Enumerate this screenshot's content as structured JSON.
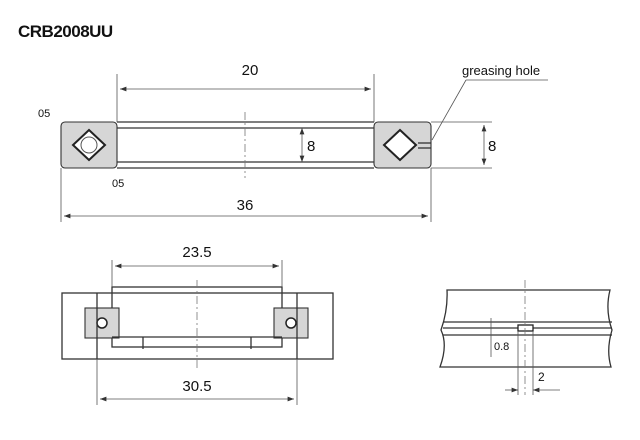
{
  "title": "CRB2008UU",
  "top_view": {
    "dim_inner": "20",
    "dim_outer": "36",
    "dim_width_inner": "8",
    "dim_width_outer": "8",
    "chamfer_top": "05",
    "chamfer_bottom": "05",
    "greasing_label": "greasing hole"
  },
  "mount_view": {
    "dim_shaft": "23.5",
    "dim_housing": "30.5"
  },
  "hole_detail": {
    "dim_depth": "0.8",
    "dim_width": "2"
  }
}
